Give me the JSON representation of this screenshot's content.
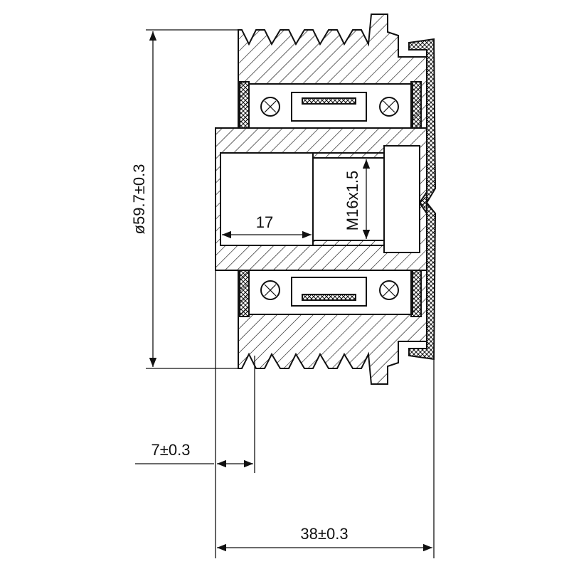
{
  "drawing": {
    "dimensions": {
      "outer_diameter": "ø59.7±0.3",
      "bore_depth": "17",
      "thread": "M16x1.5",
      "offset": "7±0.3",
      "overall_width": "38±0.3"
    },
    "colors": {
      "line": "#111111",
      "background": "#ffffff"
    }
  }
}
